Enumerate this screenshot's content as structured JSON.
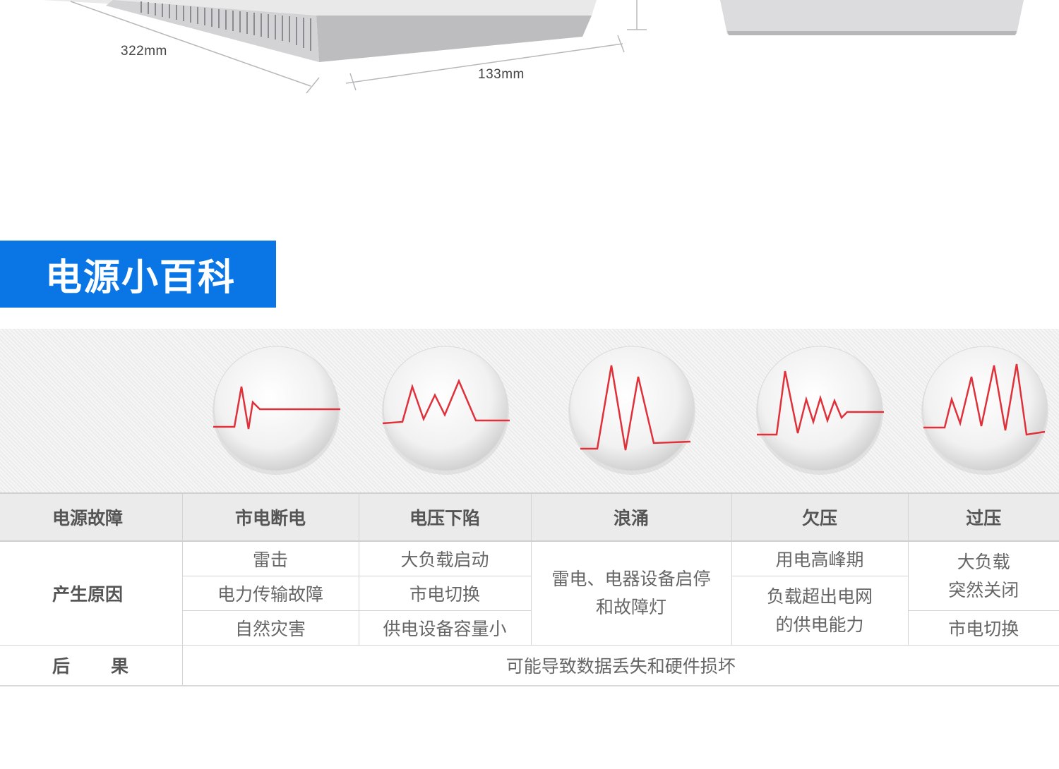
{
  "product": {
    "depth_label": "322mm",
    "width_label": "133mm"
  },
  "section": {
    "title": "电源小百科"
  },
  "icons": [
    {
      "name": "power-outage-waveform-icon",
      "wave_color": "#e0303a"
    },
    {
      "name": "voltage-sag-waveform-icon",
      "wave_color": "#e0303a"
    },
    {
      "name": "surge-waveform-icon",
      "wave_color": "#e0303a"
    },
    {
      "name": "undervoltage-waveform-icon",
      "wave_color": "#e0303a"
    },
    {
      "name": "overvoltage-waveform-icon",
      "wave_color": "#e0303a"
    }
  ],
  "table": {
    "header": {
      "fault_label": "电源故障",
      "columns": [
        "市电断电",
        "电压下陷",
        "浪涌",
        "欠压",
        "过压"
      ]
    },
    "causes_label": "产生原因",
    "causes": {
      "outage": [
        "雷击",
        "电力传输故障",
        "自然灾害"
      ],
      "sag": [
        "大负载启动",
        "市电切换",
        "供电设备容量小"
      ],
      "surge": [
        "雷电、电器设备启停",
        "和故障灯"
      ],
      "undervoltage": [
        "用电高峰期",
        "负载超出电网",
        "的供电能力"
      ],
      "overvoltage": [
        "大负载",
        "突然关闭",
        "市电切换"
      ]
    },
    "consequence_label": "后果",
    "consequence": "可能导致数据丢失和硬件损坏"
  },
  "colors": {
    "accent_blue": "#0a76e6",
    "waveform_red": "#e0303a",
    "header_gray": "#ebebeb"
  }
}
